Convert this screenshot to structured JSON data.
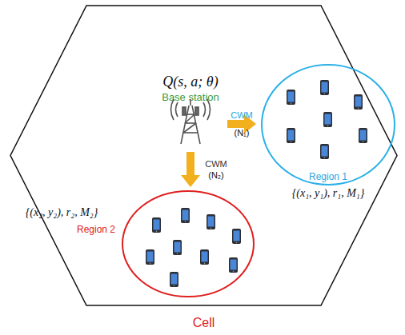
{
  "diagram": {
    "nodes": [
      {
        "text": [
          "Cell"
        ]
      },
      {
        "text": [
          "Q(s, a; θ)",
          "Base station"
        ],
        "in": 0
      },
      {
        "text": [
          "Region 1",
          "{(x₁, y₁), r₁, M₁}"
        ],
        "in": 0
      },
      {
        "text": [
          "Region 2",
          "{(x₂, y₂), r₂, M₂}"
        ],
        "in": 0
      }
    ],
    "edges": [
      {
        "from": 1,
        "to": 2,
        "arrow": "to",
        "label": "CWM (N₁)"
      },
      {
        "from": 1,
        "to": 3,
        "arrow": "to",
        "label": "CWM (N₂)"
      }
    ]
  }
}
